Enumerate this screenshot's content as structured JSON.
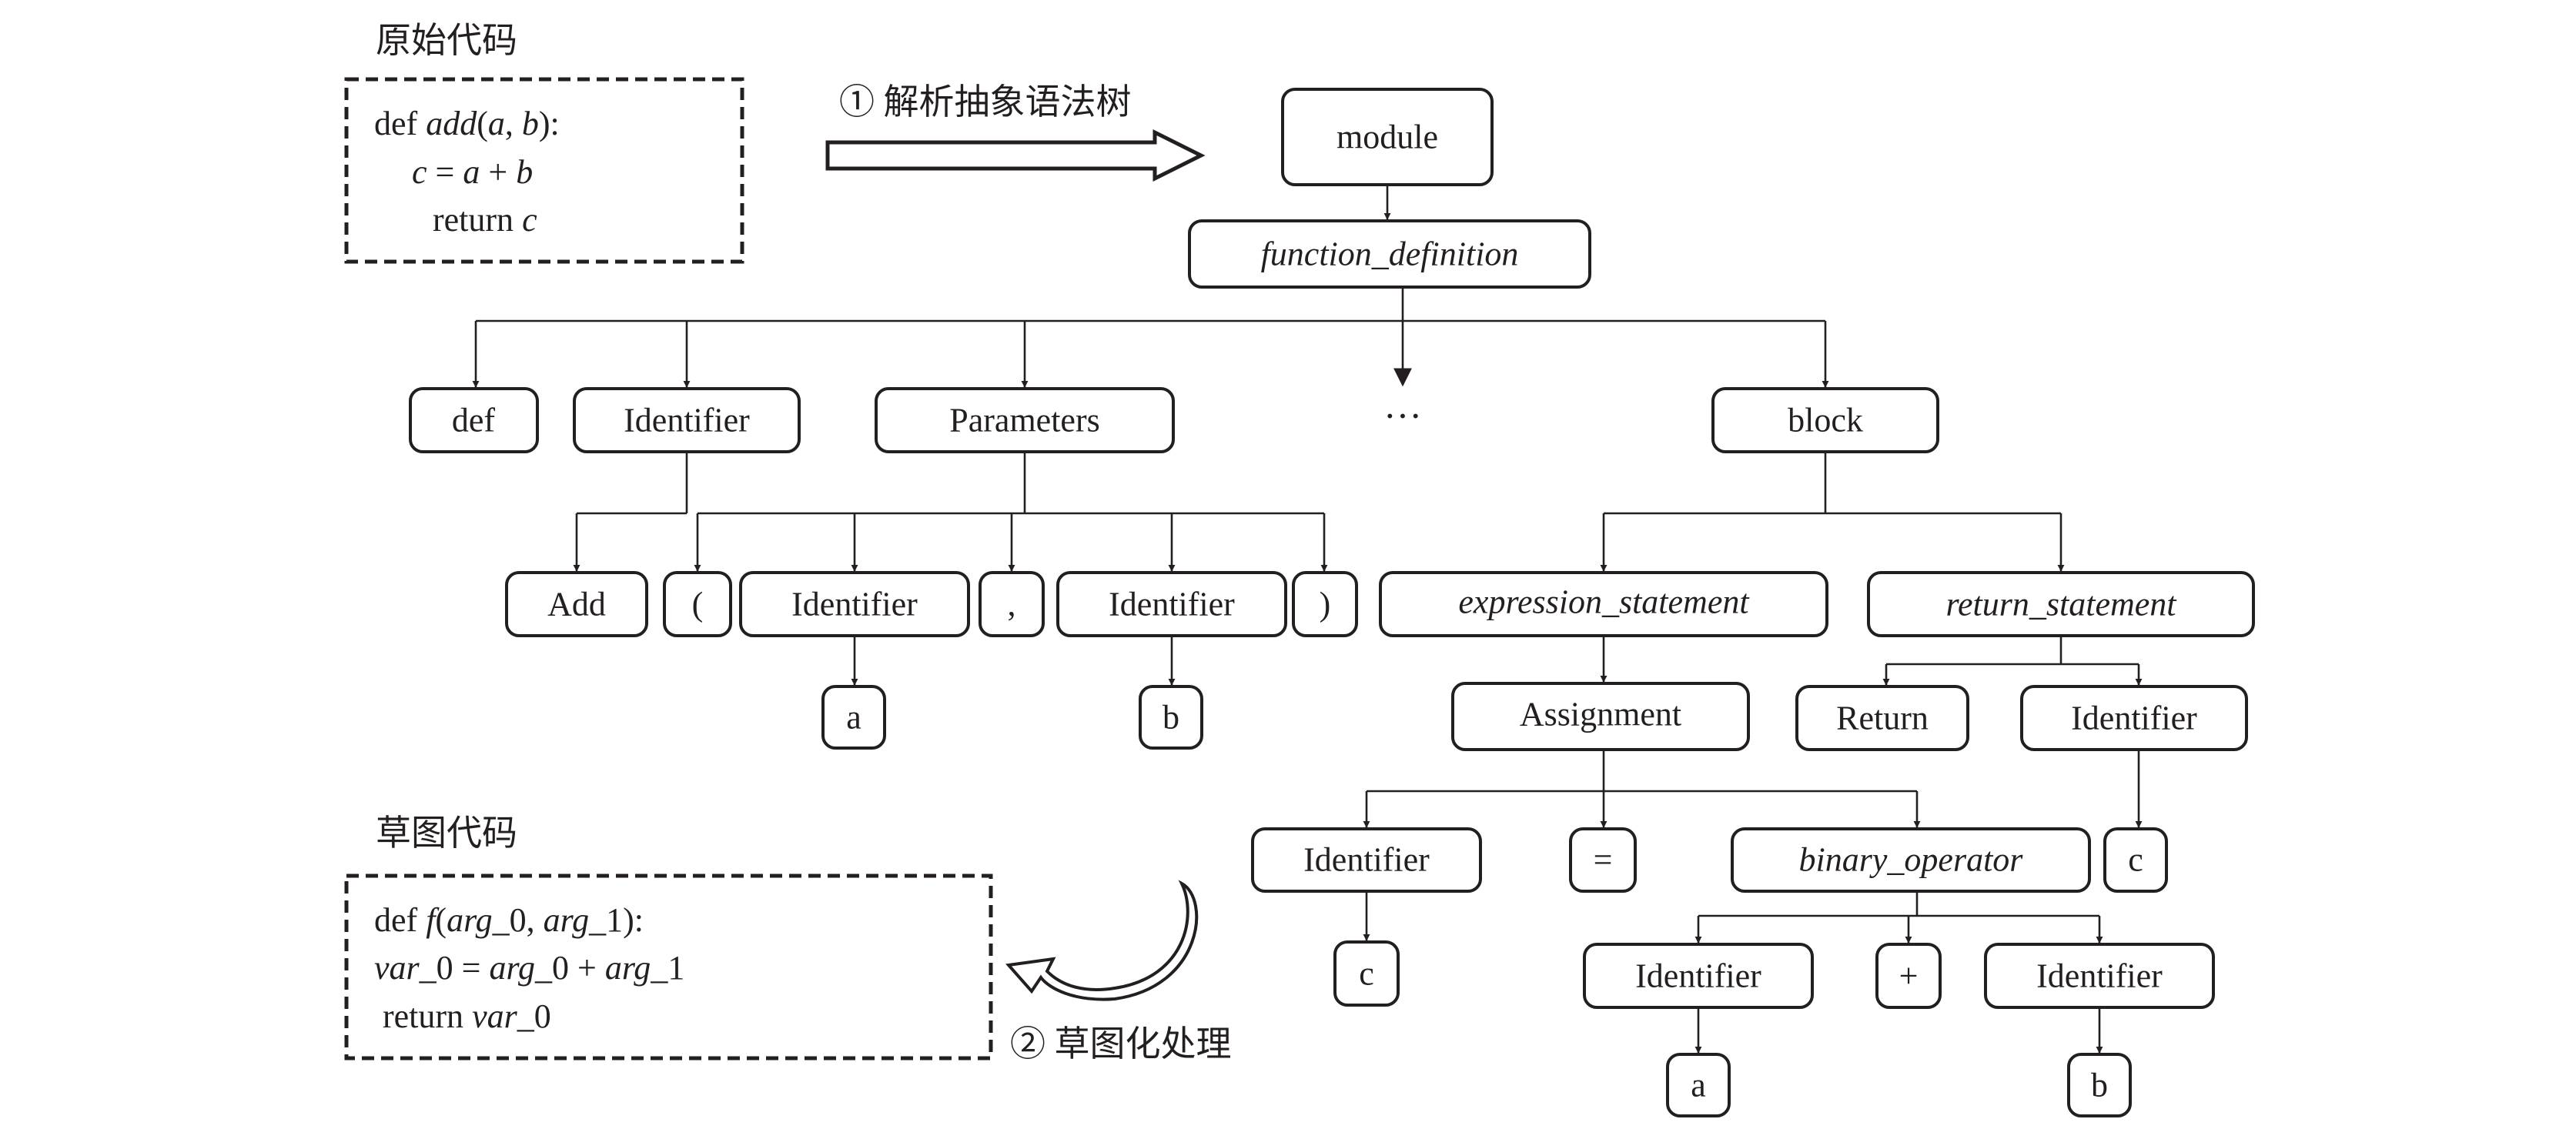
{
  "captions": {
    "original_code": "原始代码",
    "sketch_code": "草图代码",
    "step1": "① 解析抽象语法树",
    "step2": "② 草图化处理"
  },
  "original_code": {
    "line1": {
      "kw": "def ",
      "fn": "add",
      "p1": "(",
      "a": "a",
      "comma": ", ",
      "b": "b",
      "p2": "):"
    },
    "line2": {
      "c": "c",
      "eq": " = ",
      "a": "a",
      "plus": " + ",
      "b": "b"
    },
    "line3": {
      "kw": "return ",
      "c": "c"
    }
  },
  "sketch_code": {
    "line1": {
      "kw": "def ",
      "fn": "f",
      "p1": "(",
      "a0": "arg",
      "a0n": "_0, ",
      "a1": "arg",
      "a1n": "_1):"
    },
    "line2": {
      "v": "var",
      "vn": "_0 = ",
      "a0": "arg",
      "a0n": "_0 + ",
      "a1": "arg",
      "a1n": "_1"
    },
    "line3": {
      "kw": "return ",
      "v": "var",
      "vn": "_0"
    }
  },
  "tree": {
    "module": "module",
    "function_definition": "function_definition",
    "def": "def",
    "identifier": "Identifier",
    "parameters": "Parameters",
    "ellipsis": "···",
    "block": "block",
    "add": "Add",
    "lparen": "(",
    "comma": ",",
    "rparen": ")",
    "a": "a",
    "b": "b",
    "c": "c",
    "expression_statement": "expression_statement",
    "return_statement": "return_statement",
    "assignment": "Assignment",
    "return": "Return",
    "eq": "=",
    "binary_operator": "binary_operator",
    "plus": "+"
  }
}
